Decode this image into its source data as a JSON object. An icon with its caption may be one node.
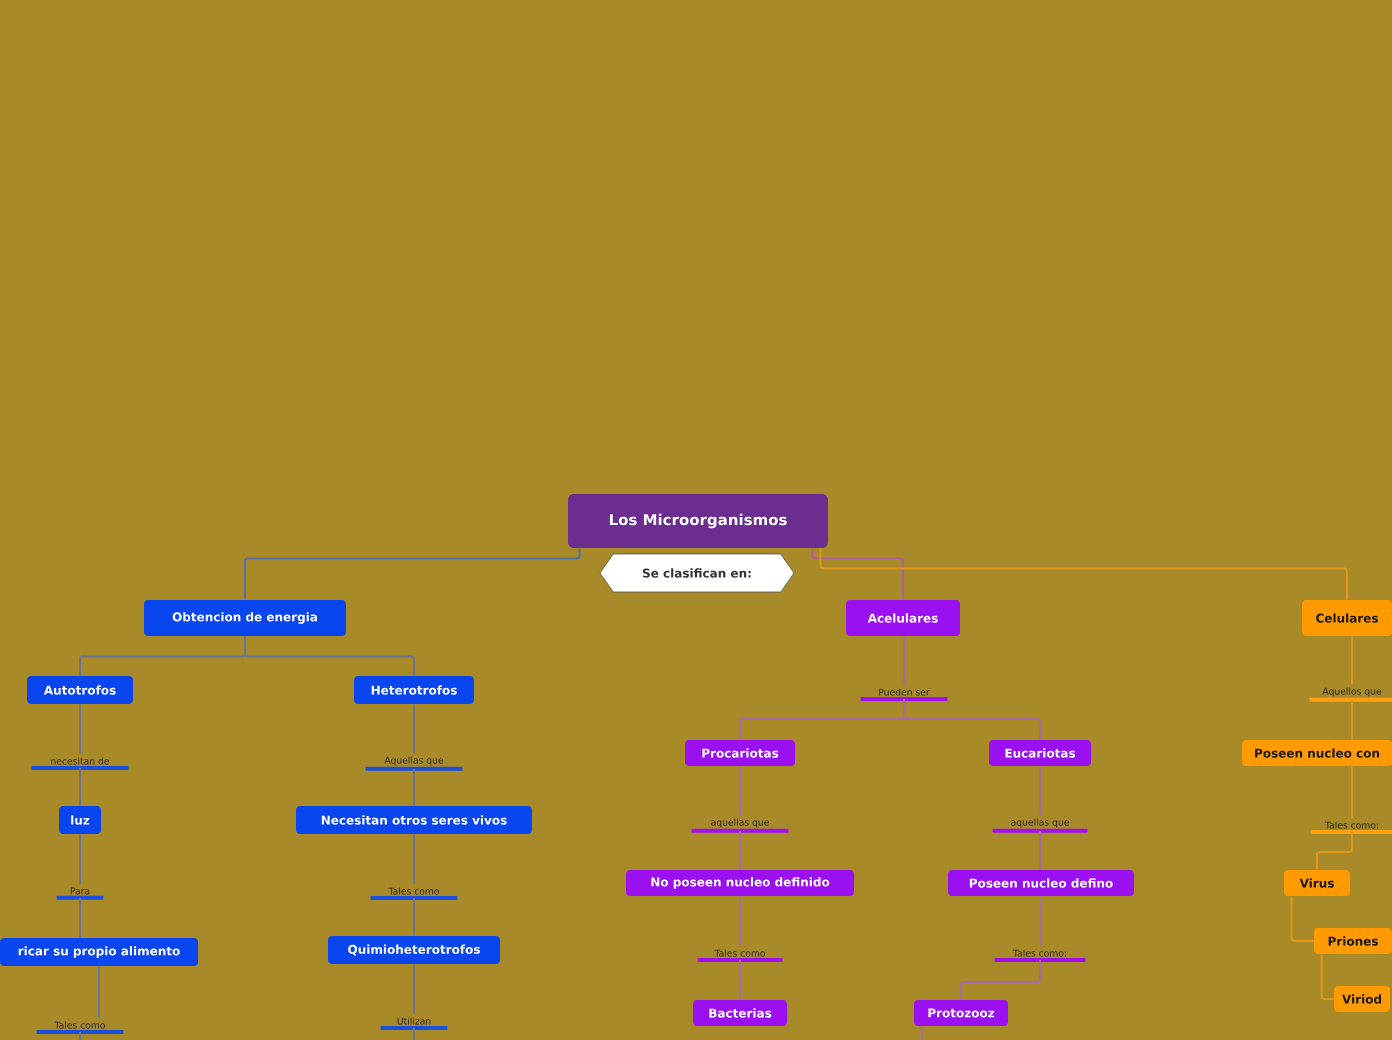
{
  "diagram": {
    "nodes": [
      {
        "text": [
          "Los Microorganismos"
        ]
      },
      {
        "text": [
          "Se clasifican en:"
        ]
      },
      {
        "text": [
          "Obtencion de energia"
        ]
      },
      {
        "text": [
          "Acelulares"
        ]
      },
      {
        "text": [
          "Celulares"
        ]
      },
      {
        "text": [
          "Autotrofos"
        ]
      },
      {
        "text": [
          "Heterotrofos"
        ]
      },
      {
        "text": [
          "necesitan de"
        ]
      },
      {
        "text": [
          "Aquellas que"
        ]
      },
      {
        "text": [
          "luz"
        ]
      },
      {
        "text": [
          "Necesitan otros seres vivos"
        ]
      },
      {
        "text": [
          "Para"
        ]
      },
      {
        "text": [
          "Tales como"
        ]
      },
      {
        "text": [
          "ricar su propio alimento"
        ]
      },
      {
        "text": [
          "Quimioheterotrofos"
        ]
      },
      {
        "text": [
          "Tales como"
        ]
      },
      {
        "text": [
          "Utilizan"
        ]
      },
      {
        "text": [
          "Pueden ser"
        ]
      },
      {
        "text": [
          "Procariotas"
        ]
      },
      {
        "text": [
          "Eucariotas"
        ]
      },
      {
        "text": [
          "aquellas que"
        ]
      },
      {
        "text": [
          "aquellas que"
        ]
      },
      {
        "text": [
          "No poseen nucleo definido"
        ]
      },
      {
        "text": [
          "Poseen nucleo defino"
        ]
      },
      {
        "text": [
          "Tales como"
        ]
      },
      {
        "text": [
          "Tales como:"
        ]
      },
      {
        "text": [
          "Bacterias"
        ]
      },
      {
        "text": [
          "Protozooz"
        ]
      },
      {
        "text": [
          "Aquellos que"
        ]
      },
      {
        "text": [
          "Poseen nucleo con"
        ]
      },
      {
        "text": [
          "Tales como:"
        ]
      },
      {
        "text": [
          "Virus"
        ]
      },
      {
        "text": [
          "Priones"
        ]
      },
      {
        "text": [
          "Viriod"
        ]
      }
    ],
    "edges": [
      {
        "from": 0,
        "to": 2,
        "arrow": "none",
        "color": "#5a6ea8"
      },
      {
        "from": 0,
        "to": 3,
        "arrow": "none",
        "color": "#b0609a"
      },
      {
        "from": 0,
        "to": 4,
        "arrow": "none",
        "color": "#e0961a"
      },
      {
        "from": 2,
        "to": 5,
        "arrow": "none"
      },
      {
        "from": 2,
        "to": 6,
        "arrow": "none"
      },
      {
        "from": 5,
        "to": 7,
        "arrow": "none"
      },
      {
        "from": 7,
        "to": 9,
        "arrow": "none"
      },
      {
        "from": 9,
        "to": 11,
        "arrow": "none"
      },
      {
        "from": 11,
        "to": 13,
        "arrow": "none"
      },
      {
        "from": 13,
        "to": 15,
        "arrow": "none"
      },
      {
        "from": 15,
        "to": null,
        "arrow": "none"
      },
      {
        "from": 6,
        "to": 8,
        "arrow": "none"
      },
      {
        "from": 8,
        "to": 10,
        "arrow": "none"
      },
      {
        "from": 10,
        "to": 12,
        "arrow": "none"
      },
      {
        "from": 12,
        "to": 14,
        "arrow": "none"
      },
      {
        "from": 14,
        "to": 16,
        "arrow": "none"
      },
      {
        "from": 16,
        "to": null,
        "arrow": "none"
      },
      {
        "from": 3,
        "to": 17,
        "arrow": "none",
        "color": "#a86aa8"
      },
      {
        "from": 17,
        "to": 18,
        "arrow": "none",
        "color": "#a86aa8"
      },
      {
        "from": 17,
        "to": 19,
        "arrow": "none",
        "color": "#a86aa8"
      },
      {
        "from": 18,
        "to": 20,
        "arrow": "none",
        "color": "#a86aa8"
      },
      {
        "from": 20,
        "to": 22,
        "arrow": "none",
        "color": "#a86aa8"
      },
      {
        "from": 22,
        "to": 24,
        "arrow": "none",
        "color": "#a86aa8"
      },
      {
        "from": 24,
        "to": 26,
        "arrow": "none",
        "color": "#a86aa8"
      },
      {
        "from": 19,
        "to": 21,
        "arrow": "none",
        "color": "#a86aa8"
      },
      {
        "from": 21,
        "to": 23,
        "arrow": "none",
        "color": "#a86aa8"
      },
      {
        "from": 23,
        "to": 25,
        "arrow": "none",
        "color": "#a86aa8"
      },
      {
        "from": 25,
        "to": 27,
        "arrow": "none",
        "color": "#a86aa8"
      },
      {
        "from": 27,
        "to": null,
        "arrow": "none",
        "color": "#a86aa8"
      },
      {
        "from": 4,
        "to": 28,
        "arrow": "none",
        "color": "#e0961a"
      },
      {
        "from": 28,
        "to": 29,
        "arrow": "none",
        "color": "#e0961a"
      },
      {
        "from": 29,
        "to": 30,
        "arrow": "none",
        "color": "#e0961a"
      },
      {
        "from": 30,
        "to": 31,
        "arrow": "none",
        "color": "#e0961a"
      },
      {
        "from": 31,
        "to": 32,
        "arrow": "none",
        "color": "#e0961a"
      },
      {
        "from": 32,
        "to": 33,
        "arrow": "none",
        "color": "#e0961a"
      }
    ]
  }
}
